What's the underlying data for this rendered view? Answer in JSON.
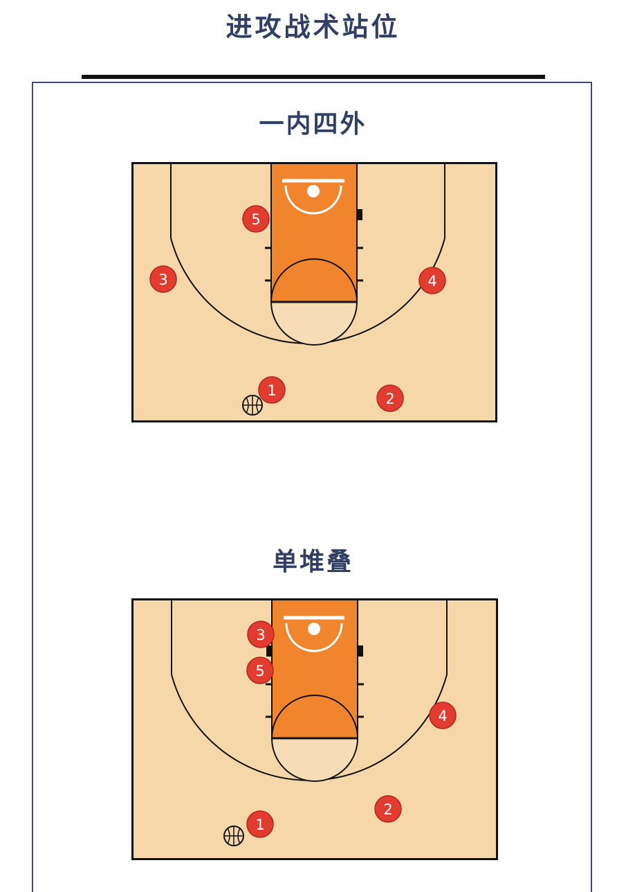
{
  "page": {
    "title": "进攻战术站位"
  },
  "colors": {
    "title_text": "#2f3f66",
    "court_floor": "#f6d7a9",
    "paint": "#f0852e",
    "player": "#e23b2f",
    "lines": "#111111"
  },
  "formations": [
    {
      "title": "一内四外",
      "players": [
        {
          "number": "5"
        },
        {
          "number": "3"
        },
        {
          "number": "4"
        },
        {
          "number": "1"
        },
        {
          "number": "2"
        }
      ],
      "ball": {
        "icon": "basketball-icon"
      }
    },
    {
      "title": "单堆叠",
      "players": [
        {
          "number": "3"
        },
        {
          "number": "5"
        },
        {
          "number": "4"
        },
        {
          "number": "1"
        },
        {
          "number": "2"
        }
      ],
      "ball": {
        "icon": "basketball-icon"
      }
    }
  ]
}
